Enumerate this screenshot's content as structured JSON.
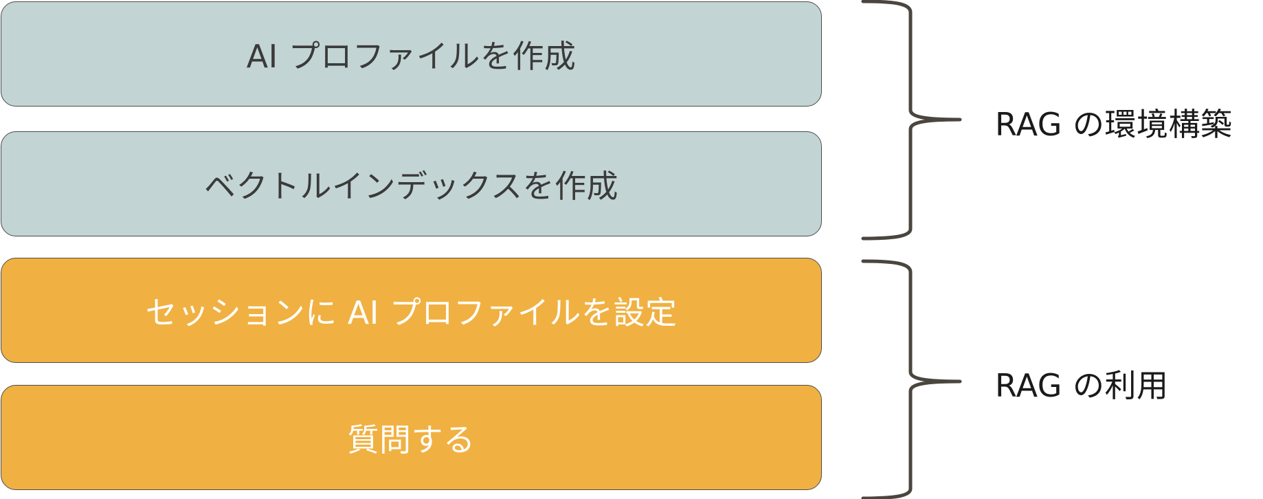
{
  "steps": [
    {
      "label": "AI プロファイルを作成",
      "group": "setup"
    },
    {
      "label": "ベクトルインデックスを作成",
      "group": "setup"
    },
    {
      "label": "セッションに AI プロファイルを設定",
      "group": "usage"
    },
    {
      "label": "質問する",
      "group": "usage"
    }
  ],
  "groups": {
    "setup": {
      "label": "RAG の環境構築"
    },
    "usage": {
      "label": "RAG の利用"
    }
  },
  "colors": {
    "setup_fill": "#c2d4d3",
    "usage_fill": "#f0b142",
    "bracket": "#4a463f"
  }
}
